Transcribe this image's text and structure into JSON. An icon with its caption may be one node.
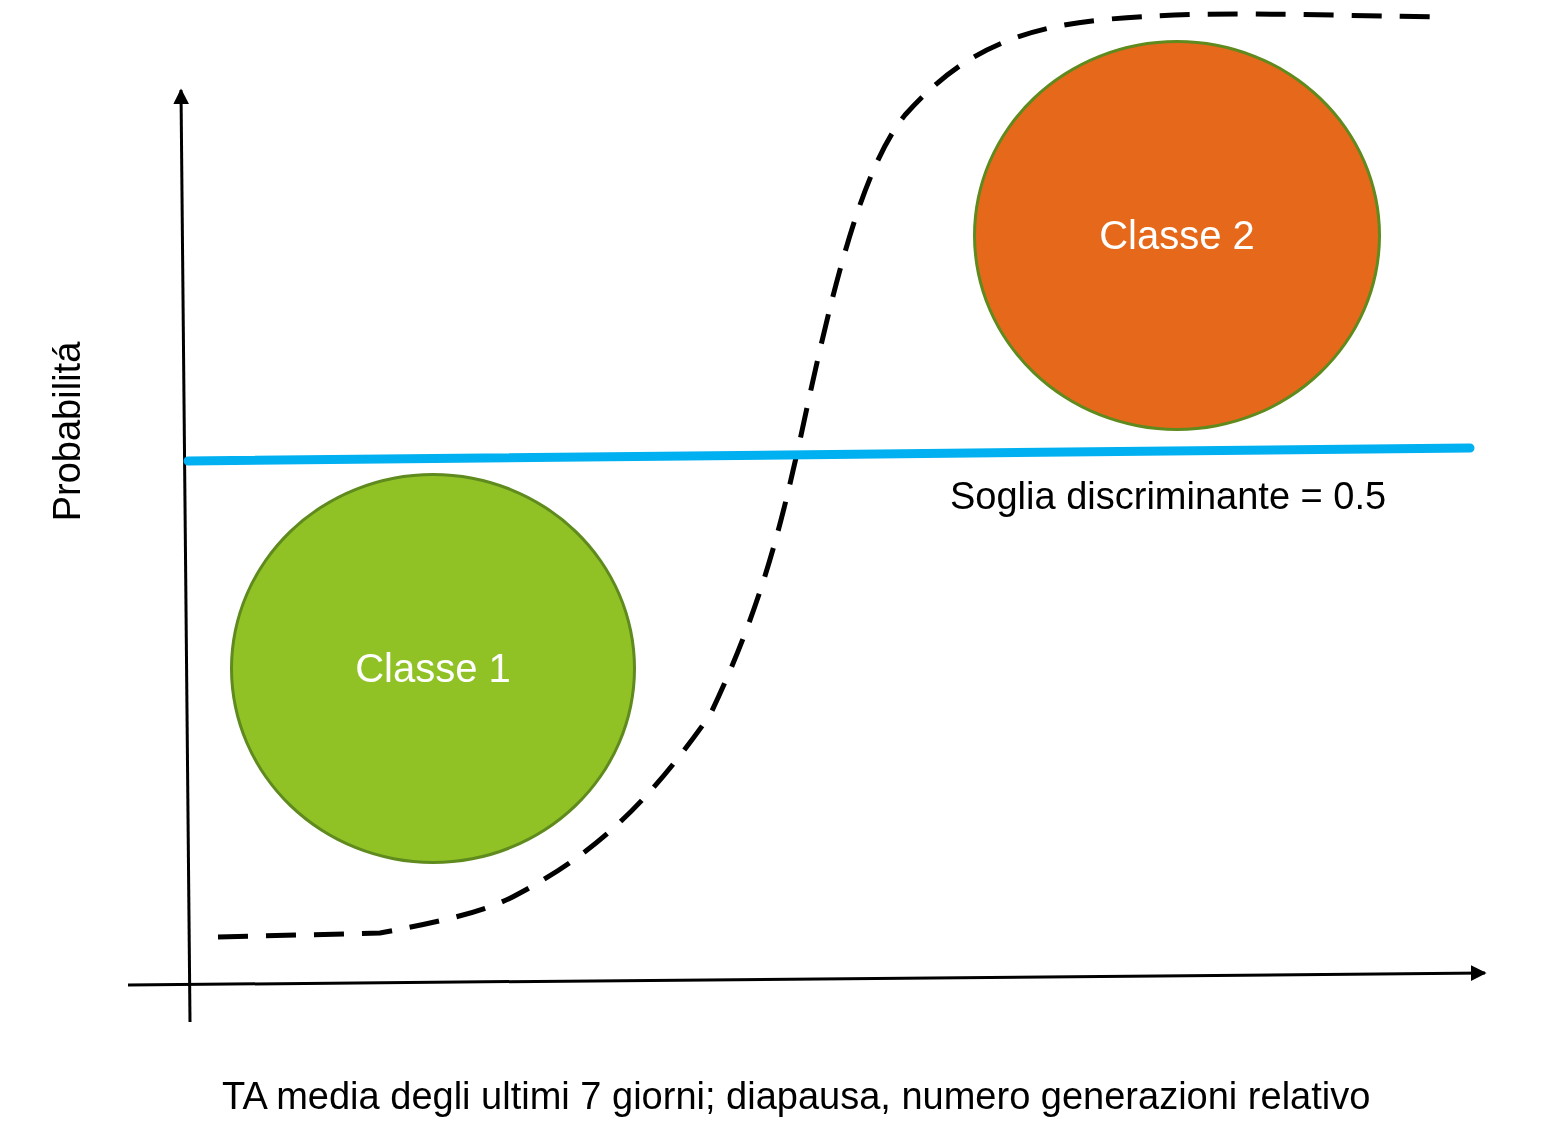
{
  "diagram": {
    "nodes": [
      {
        "text": [
          "Classe 1"
        ]
      },
      {
        "text": [
          "Classe 2"
        ]
      }
    ],
    "labels": [
      "Probabilitá",
      "Soglia discriminante = 0.5",
      "TA media degli ultimi 7 giorni; diapausa, numero generazioni relativo"
    ]
  }
}
